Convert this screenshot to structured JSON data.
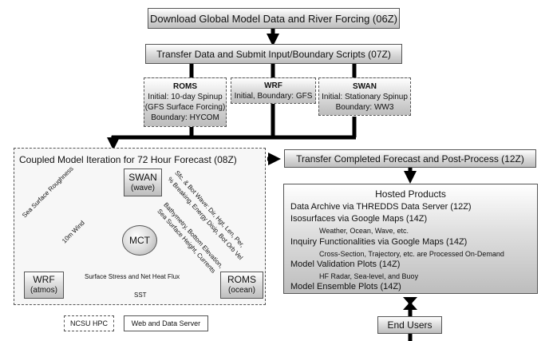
{
  "top": {
    "download": "Download Global Model Data and River Forcing (06Z)",
    "transfer": "Transfer Data and Submit Input/Boundary Scripts (07Z)"
  },
  "inputs": {
    "roms": {
      "title": "ROMS",
      "lines": [
        "Initial: 10-day Spinup",
        "(GFS Surface Forcing)",
        "Boundary: HYCOM"
      ]
    },
    "wrf": {
      "title": "WRF",
      "lines": [
        "Initial, Boundary: GFS"
      ]
    },
    "swan": {
      "title": "SWAN",
      "lines": [
        "Initial: Stationary Spinup",
        "Boundary: WW3"
      ]
    }
  },
  "coupled": {
    "title": "Coupled Model Iteration for 72 Hour Forecast (08Z)",
    "swan": {
      "name": "SWAN",
      "sub": "(wave)"
    },
    "wrf": {
      "name": "WRF",
      "sub": "(atmos)"
    },
    "roms": {
      "name": "ROMS",
      "sub": "(ocean)"
    },
    "mct": "MCT",
    "labels": {
      "sea_surface_roughness": "Sea Surface Roughness",
      "wind_10m": "10m Wind",
      "wave_line1": "Sfc. & Bot Wave: Dir, Hgt, Len, Per,",
      "wave_line2": "% Breaking, Energy Disip, Bot Orb Vel",
      "roms_line1": "Bathymetry, Bottom Elevation,",
      "roms_line2": "Sea Surface Height, Currents",
      "surface_stress": "Surface Stress and Net Heat Flux",
      "sst": "SST"
    }
  },
  "post": "Transfer Completed Forecast and Post-Process (12Z)",
  "hosted": {
    "title": "Hosted Products",
    "items": [
      {
        "text": "Data Archive via THREDDS Data Server (12Z)"
      },
      {
        "text": "Isosurfaces via Google Maps (14Z)",
        "sub": "Weather, Ocean, Wave, etc."
      },
      {
        "text": "Inquiry Functionalities via Google Maps (14Z)",
        "sub": "Cross-Section, Trajectory, etc. are Processed On-Demand"
      },
      {
        "text": "Model Validation Plots (14Z)",
        "sub": "HF Radar, Sea-level, and Buoy"
      },
      {
        "text": "Model Ensemble Plots (14Z)"
      }
    ]
  },
  "end_users": "End Users",
  "legend": {
    "hpc": "NCSU HPC",
    "server": "Web and Data Server"
  }
}
